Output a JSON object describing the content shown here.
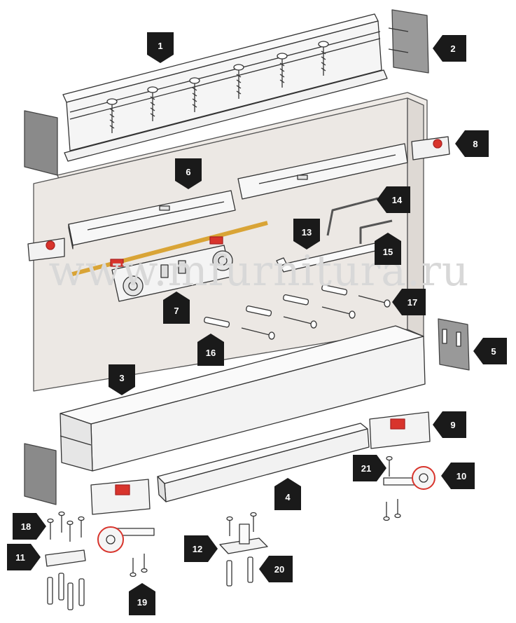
{
  "watermark": "www.mfurnitura.ru",
  "colors": {
    "label_bg": "#1a1a1a",
    "label_text": "#ffffff",
    "outline": "#333333",
    "wall": "#e9e5e1",
    "accent_red": "#d8342c",
    "rod_gold": "#d9a436",
    "watermark": "#d8d8d8"
  },
  "callouts": [
    {
      "number": "1",
      "pointer": "down"
    },
    {
      "number": "2",
      "pointer": "left"
    },
    {
      "number": "3",
      "pointer": "down"
    },
    {
      "number": "4",
      "pointer": "up"
    },
    {
      "number": "5",
      "pointer": "left"
    },
    {
      "number": "6",
      "pointer": "down"
    },
    {
      "number": "7",
      "pointer": "up"
    },
    {
      "number": "8",
      "pointer": "left"
    },
    {
      "number": "9",
      "pointer": "left"
    },
    {
      "number": "10",
      "pointer": "left"
    },
    {
      "number": "11",
      "pointer": "right"
    },
    {
      "number": "12",
      "pointer": "right"
    },
    {
      "number": "13",
      "pointer": "down"
    },
    {
      "number": "14",
      "pointer": "left"
    },
    {
      "number": "15",
      "pointer": "up"
    },
    {
      "number": "16",
      "pointer": "up"
    },
    {
      "number": "17",
      "pointer": "left"
    },
    {
      "number": "18",
      "pointer": "right"
    },
    {
      "number": "19",
      "pointer": "up"
    },
    {
      "number": "20",
      "pointer": "left"
    },
    {
      "number": "21",
      "pointer": "right"
    }
  ]
}
